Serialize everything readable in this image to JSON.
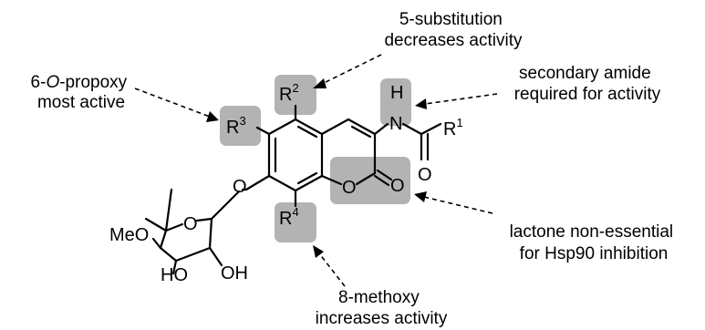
{
  "annotations": {
    "top_line1": "5-substitution",
    "top_line2": "decreases activity",
    "left_line1_pre": "6-",
    "left_line1_italic": "O",
    "left_line1_post": "-propoxy",
    "left_line2": "most active",
    "right_line1": "secondary amide",
    "right_line2": "required for activity",
    "lactone_line1": "lactone non-essential",
    "lactone_line2": "for Hsp90 inhibition",
    "bottom_line1": "8-methoxy",
    "bottom_line2": "increases activity"
  },
  "atoms": {
    "r2": "R",
    "r2_sup": "2",
    "r3": "R",
    "r3_sup": "3",
    "r4": "R",
    "r4_sup": "4",
    "r1": "R",
    "r1_sup": "1",
    "nh_n": "N",
    "nh_h": "H",
    "amide_o": "O",
    "ring_o": "O",
    "lactone_o": "O",
    "aryl_o": "O",
    "sugar_ring_o": "O",
    "meo": "MeO",
    "ho": "HO",
    "oh": "OH"
  },
  "colors": {
    "highlight": "#b3b3b3"
  }
}
